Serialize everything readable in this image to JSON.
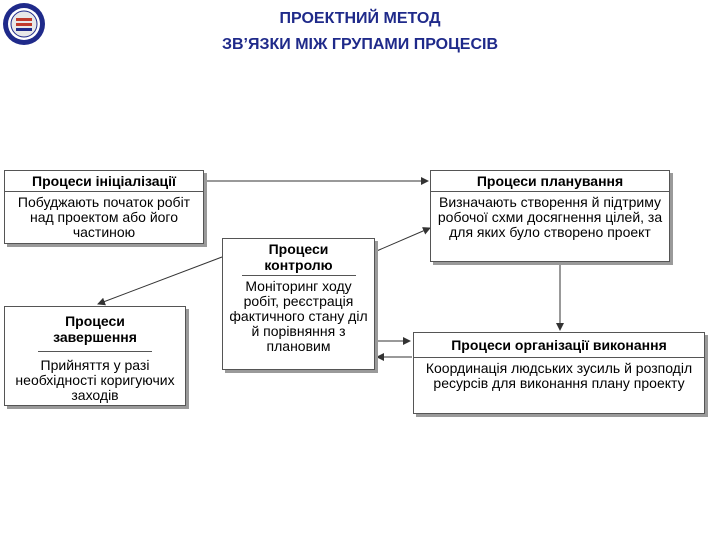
{
  "header": {
    "title_line1": "ПРОЕКТНИЙ МЕТОД",
    "title_line2": "ЗВ’ЯЗКИ МІЖ ГРУПАМИ ПРОЦЕСІВ"
  },
  "colors": {
    "title": "#1f2a8a",
    "border": "#555555",
    "shadow": "#9a9a9a"
  },
  "boxes": {
    "initiation": {
      "heading": "Процеси ініціалізації",
      "body": "Побуджають початок робіт над проектом або його частиною"
    },
    "planning": {
      "heading": "Процеси планування",
      "body": "Визначають створення й підтриму робочої схми досягнення цілей, за для яких було створено проект"
    },
    "control": {
      "heading": "Процеси контролю",
      "body": "Моніторинг ходу робіт, реєстрація фактичного стану діл й порівняння з плановим"
    },
    "closing": {
      "heading": "Процеси завершення",
      "body": "Прийняття у разі необхідності коригуючих заходів"
    },
    "execution": {
      "heading": "Процеси організації виконання",
      "body": "Координація людських зусиль й розподіл ресурсів для виконання плану проекту"
    }
  }
}
